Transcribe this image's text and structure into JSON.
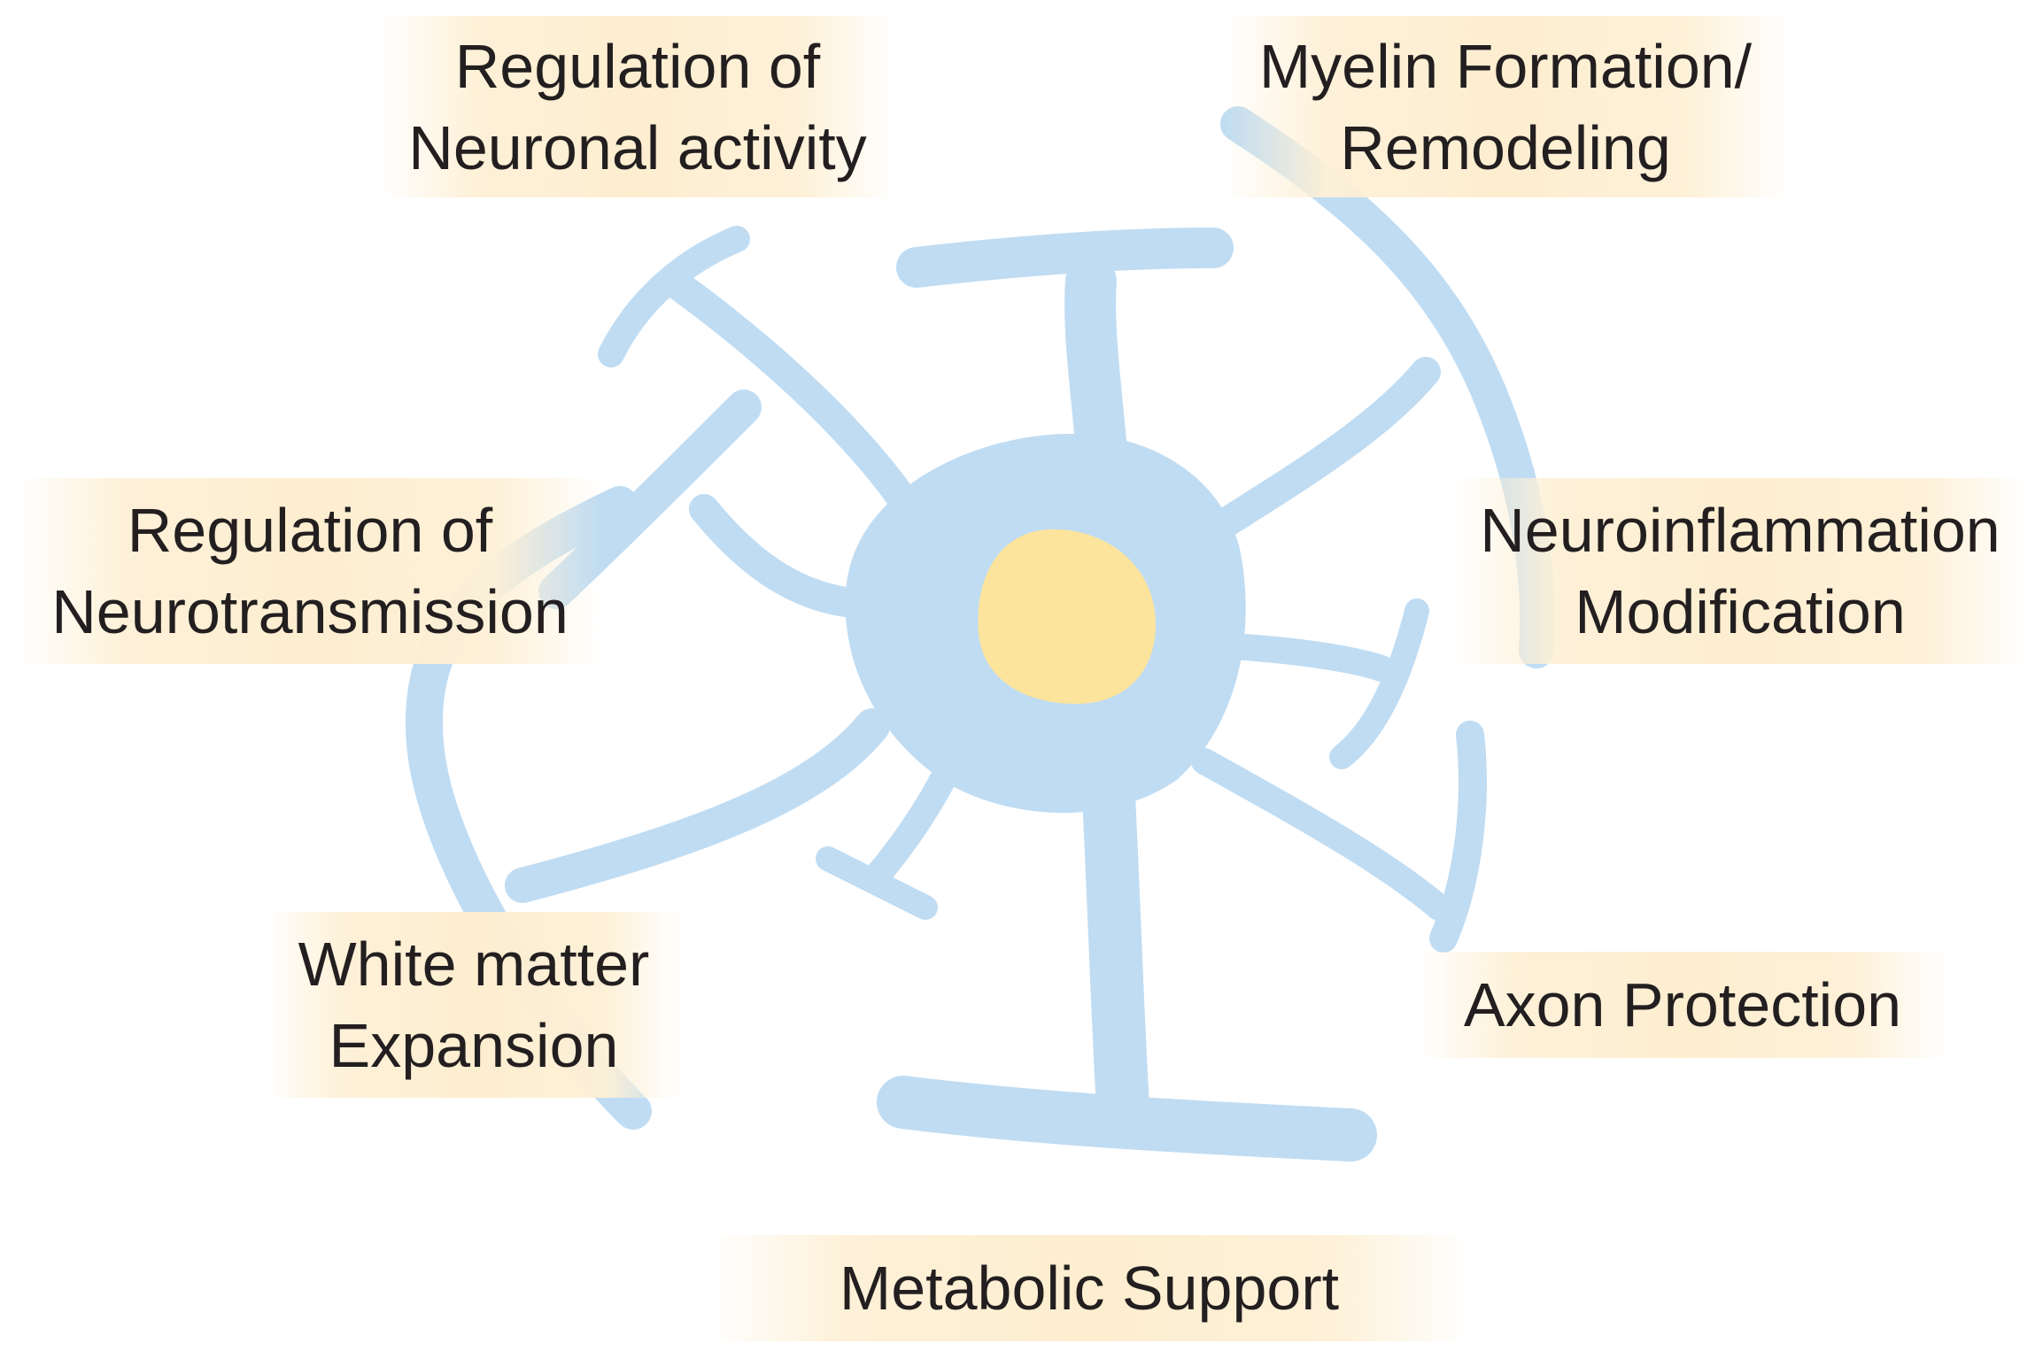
{
  "diagram": {
    "colors": {
      "cell": "#bfdcf3",
      "nucleus": "#fde49c",
      "label_background": "#fdeed0",
      "text": "#231f20"
    },
    "labels": {
      "regulation_neuronal": {
        "line1": "Regulation of",
        "line2": "Neuronal activity"
      },
      "myelin": {
        "line1": "Myelin Formation/",
        "line2": "Remodeling"
      },
      "regulation_neurotransmission": {
        "line1": "Regulation of",
        "line2": "Neurotransmission"
      },
      "neuroinflammation": {
        "line1": "Neuroinflammation",
        "line2": "Modification"
      },
      "white_matter": {
        "line1": "White matter",
        "line2": "Expansion"
      },
      "axon_protection": "Axon Protection",
      "metabolic_support": "Metabolic Support"
    }
  }
}
